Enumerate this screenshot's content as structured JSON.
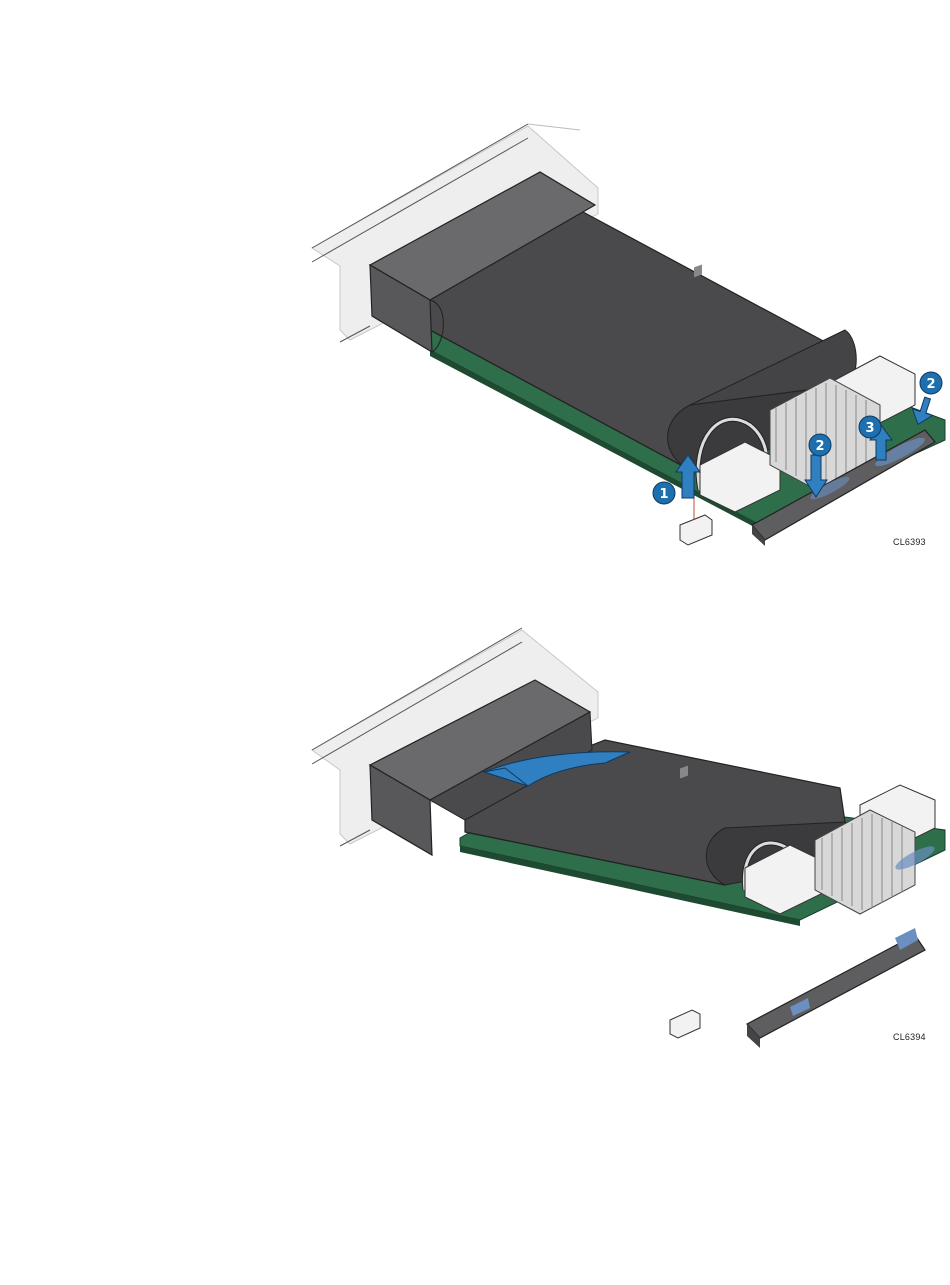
{
  "figures": [
    {
      "id": "CL6393",
      "callouts": [
        "1",
        "2",
        "2",
        "3"
      ]
    },
    {
      "id": "CL6394"
    }
  ],
  "colors": {
    "battery": "#4a4a4c",
    "battery_dark": "#333335",
    "pcb_green": "#2e6e4a",
    "bracket_grey": "#5e5e60",
    "chassis_light": "#eeeeee",
    "callout_blue": "#1d6fae",
    "arrow_blue": "#2f7fc1",
    "heatsink": "#d8d8d8"
  }
}
